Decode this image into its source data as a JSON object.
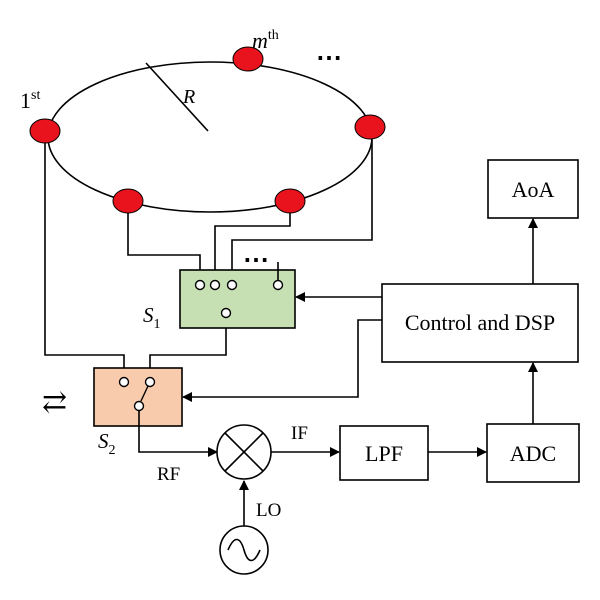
{
  "colors": {
    "antenna": "#e8131c",
    "switch1_fill": "#c6e0b4",
    "switch2_fill": "#f8cbad",
    "box_fill": "#ffffff",
    "line": "#000000"
  },
  "array": {
    "radius_label": "R",
    "first_label": "1",
    "first_sup": "st",
    "mth_label": "m",
    "mth_sup": "th",
    "ellipsis": "⋯"
  },
  "switch1": {
    "label": "S",
    "sub": "1",
    "ellipsis": "⋯"
  },
  "switch2": {
    "label": "S",
    "sub": "2",
    "toggle": "⇄"
  },
  "blocks": {
    "aoa": "AoA",
    "control": "Control and DSP",
    "lpf": "LPF",
    "adc": "ADC"
  },
  "signals": {
    "rf": "RF",
    "if": "IF",
    "lo": "LO"
  }
}
